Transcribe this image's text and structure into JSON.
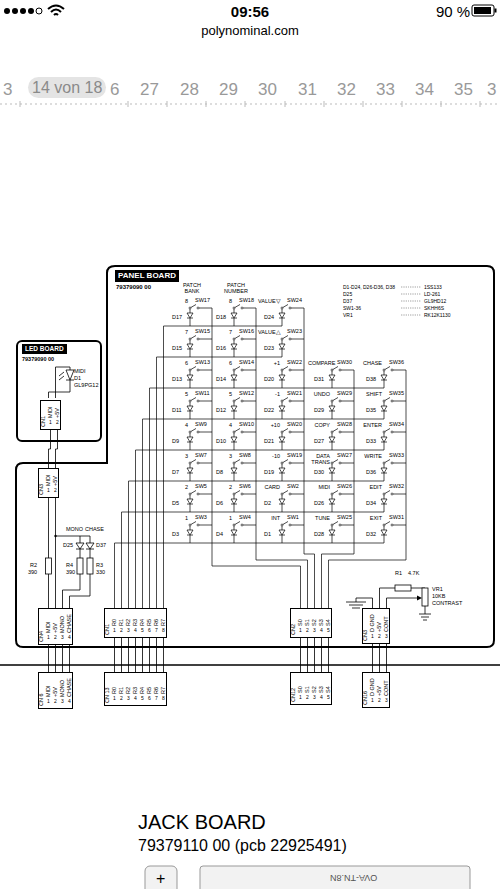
{
  "diagram": {
    "nodes": [
      {
        "text": [
          "PANEL BOARD",
          "79379090 00"
        ]
      },
      {
        "text": [
          "LED BOARD",
          "79379090 00"
        ]
      },
      {
        "text": [
          "CN1",
          "MIDI",
          "+5V",
          "1",
          "2"
        ],
        "in": 1
      },
      {
        "text": [
          "CN3",
          "MIDI",
          "+5V",
          "1",
          "2"
        ],
        "in": 0
      },
      {
        "text": [
          "CN4",
          "MIDI",
          "+5V",
          "MONO",
          "CHASE",
          "1",
          "2",
          "3",
          "4"
        ],
        "in": 0
      },
      {
        "text": [
          "CN1",
          "R0",
          "R1",
          "R2",
          "R3",
          "R4",
          "R5",
          "R6",
          "R7",
          "1",
          "2",
          "3",
          "4",
          "5",
          "6",
          "7",
          "8"
        ],
        "in": 0
      },
      {
        "text": [
          "CN2",
          "S0",
          "S1",
          "S2",
          "S3",
          "S4",
          "1",
          "2",
          "3",
          "4",
          "5"
        ],
        "in": 0
      },
      {
        "text": [
          "CN3",
          "D GND",
          "+5V",
          "CONT",
          "1",
          "2",
          "3"
        ],
        "in": 0
      },
      {
        "text": [
          "CN 6",
          "MIDI",
          "+5V",
          "MONO",
          "CHASE",
          "1",
          "2",
          "3",
          "4"
        ]
      },
      {
        "text": [
          "CN 13",
          "R0",
          "R1",
          "R2",
          "R3",
          "R4",
          "R5",
          "R6",
          "R7",
          "1",
          "2",
          "3",
          "4",
          "5",
          "6",
          "7",
          "8"
        ]
      },
      {
        "text": [
          "CN12",
          "S0",
          "S1",
          "S2",
          "S3",
          "S4",
          "1",
          "2",
          "3",
          "4",
          "5"
        ]
      },
      {
        "text": [
          "CN16",
          "D GND",
          "+5V",
          "CONT",
          "1",
          "2",
          "3"
        ]
      }
    ],
    "edges": [
      {
        "from": 2,
        "to": 3,
        "arrow": "none"
      },
      {
        "from": 3,
        "to": 4,
        "arrow": "none"
      },
      {
        "from": 4,
        "to": 8,
        "arrow": "none"
      },
      {
        "from": 5,
        "to": 9,
        "arrow": "none"
      },
      {
        "from": 6,
        "to": 10,
        "arrow": "none"
      },
      {
        "from": 7,
        "to": 11,
        "arrow": "none"
      }
    ],
    "labels": [
      "09:56",
      "polynominal.com",
      "90 %",
      "3",
      "6",
      "27",
      "28",
      "29",
      "30",
      "31",
      "32",
      "33",
      "34",
      "35",
      "3",
      "14 von 18",
      "D1-D24, D26-D36, D38",
      "1SS133",
      "D25",
      "LD-261",
      "D37",
      "GL9HD12",
      "SW1-36",
      "SKHH6S",
      "VR1",
      "RK12K1130",
      "MIDI",
      "D1",
      "GL9PG12",
      "MONO",
      "CHASE",
      "D25",
      "D37",
      "R2",
      "390",
      "R4",
      "390",
      "R3",
      "330",
      "R1",
      "4.7K",
      "VR1",
      "10KB",
      "CONTRAST",
      "JACK BOARD",
      "79379110 00 (pcb 22925491)",
      "+",
      "OVA-TN.8N",
      "PATCH BANK",
      "PATCH NUMBER",
      "SW17",
      "SW18",
      "SW24",
      "SW15",
      "SW16",
      "SW23",
      "SW13",
      "SW14",
      "SW22",
      "SW30",
      "SW36",
      "SW11",
      "SW12",
      "SW21",
      "SW29",
      "SW35",
      "SW9",
      "SW10",
      "SW20",
      "SW28",
      "SW34",
      "SW7",
      "SW8",
      "SW19",
      "SW27",
      "SW33",
      "SW5",
      "SW6",
      "SW2",
      "SW26",
      "SW32",
      "SW3",
      "SW4",
      "SW1",
      "SW25",
      "SW31",
      "D17",
      "D18",
      "D24",
      "D15",
      "D16",
      "D23",
      "D13",
      "D14",
      "D20",
      "D31",
      "D38",
      "D11",
      "D12",
      "D22",
      "D29",
      "D35",
      "D9",
      "D10",
      "D21",
      "D27",
      "D33",
      "D7",
      "D8",
      "D19",
      "D30",
      "D36",
      "D5",
      "D6",
      "D2",
      "D26",
      "D34",
      "D3",
      "D4",
      "D1",
      "D28",
      "D32",
      "8",
      "8",
      "VALUE▽",
      "7",
      "7",
      "VALUE△",
      "6",
      "6",
      "+1",
      "COMPARE",
      "CHASE",
      "5",
      "5",
      "-1",
      "UNDO",
      "SHIFT",
      "4",
      "4",
      "+10",
      "COPY",
      "ENTER",
      "3",
      "3",
      "-10",
      "DATA TRANS",
      "WRITE",
      "2",
      "2",
      "CARD",
      "MIDI",
      "EDIT",
      "1",
      "1",
      "INT",
      "TUNE",
      "EXIT"
    ]
  }
}
